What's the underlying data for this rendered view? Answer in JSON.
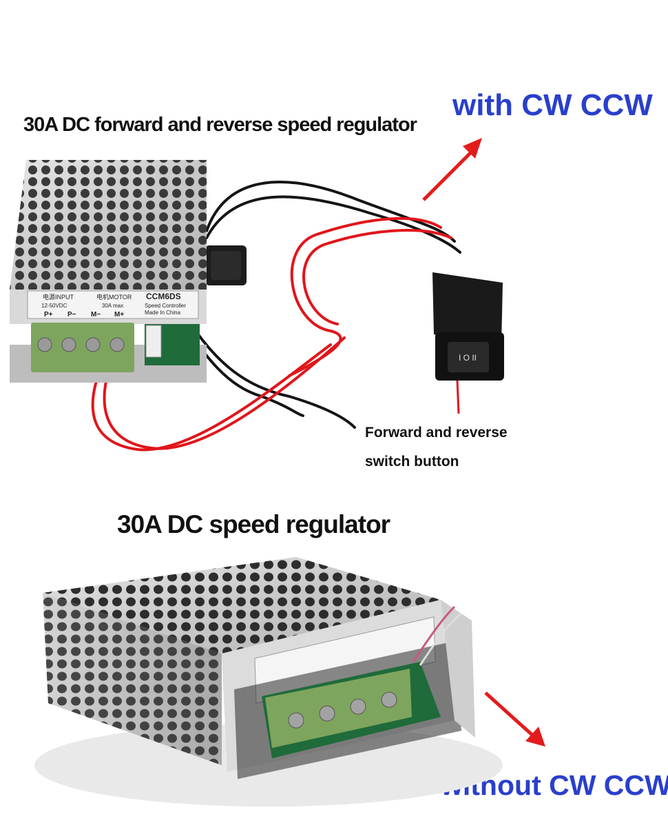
{
  "top": {
    "title": "30A DC forward and reverse speed regulator",
    "badge": "with CW CCW",
    "switch_caption_line1": "Forward and reverse",
    "switch_caption_line2": "switch button",
    "switch_face_symbols": "I O II"
  },
  "bottom": {
    "title": "30A DC speed regulator",
    "badge": "without CW CCW"
  },
  "device_label": {
    "input_cn": "电源INPUT",
    "input_v": "12-50VDC",
    "motor_cn": "电机MOTOR",
    "motor_a": "30A max",
    "model": "CCM6DS",
    "line2": "Speed Controller",
    "line3": "Made In China",
    "terminals": [
      "P+",
      "P−",
      "M−",
      "M+"
    ]
  },
  "colors": {
    "accent_blue": "#2a3fcc",
    "arrow_red": "#e31b1b",
    "wire_red": "#e0161b",
    "terminal_green": "#7ea55e"
  }
}
